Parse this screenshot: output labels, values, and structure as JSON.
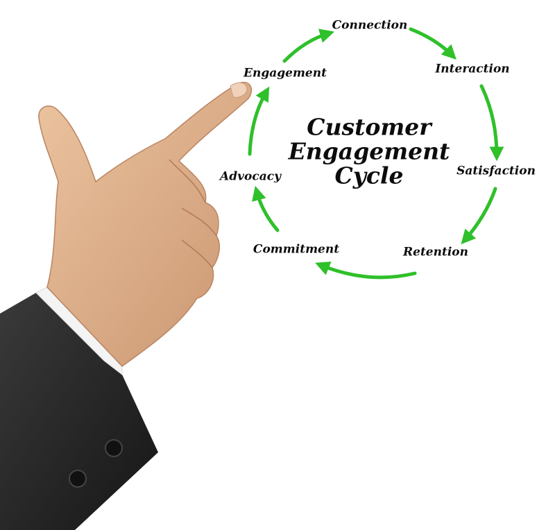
{
  "diagram": {
    "title_lines": [
      "Customer",
      "Engagement",
      "Cycle"
    ],
    "stages": [
      "Connection",
      "Interaction",
      "Satisfaction",
      "Retention",
      "Commitment",
      "Advocacy",
      "Engagement"
    ],
    "arrow_color": "#2fc02a",
    "text_color": "#0c0c0c"
  },
  "photo": {
    "subject": "pointing-hand-icon",
    "sleeve_color": "#2b2b2b",
    "skin_color": "#e3b58f"
  }
}
